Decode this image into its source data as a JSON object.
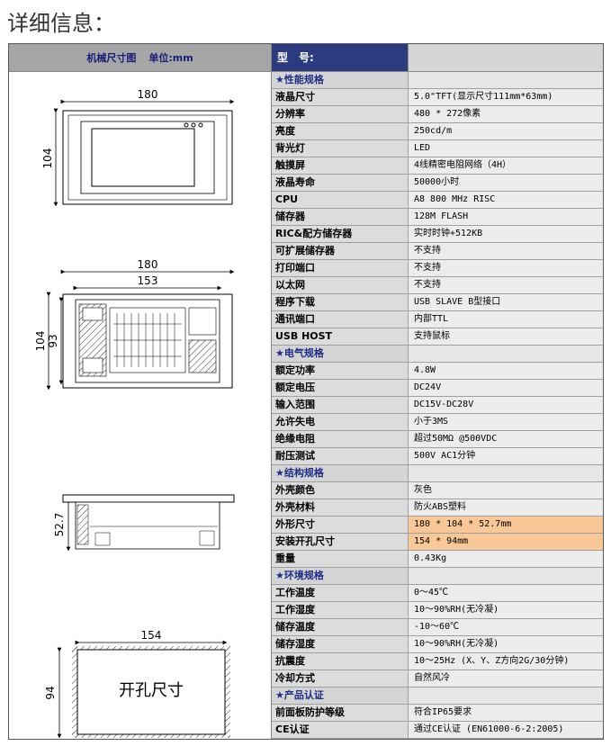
{
  "page": {
    "heading": "详细信息："
  },
  "header": {
    "drawing_title": "机械尺寸图",
    "unit": "单位:mm",
    "model_label": "型　号:",
    "model_value": ""
  },
  "drawings": {
    "front": {
      "width": "180",
      "height": "104"
    },
    "back": {
      "width_outer": "180",
      "width_inner": "153",
      "height_outer": "104",
      "height_inner": "93"
    },
    "side": {
      "depth": "52.7"
    },
    "cutout": {
      "width": "154",
      "height": "94",
      "label": "开孔尺寸"
    }
  },
  "specs": [
    {
      "k": "★性能规格",
      "v": "",
      "section": true
    },
    {
      "k": "液晶尺寸",
      "v": "5.0\"TFT(显示尺寸111mm*63mm)"
    },
    {
      "k": "分辨率",
      "v": "480 * 272像素"
    },
    {
      "k": "亮度",
      "v": "250cd/m"
    },
    {
      "k": "背光灯",
      "v": "LED"
    },
    {
      "k": "触摸屏",
      "v": "4线精密电阻网络（4H）"
    },
    {
      "k": "液晶寿命",
      "v": "50000小时"
    },
    {
      "k": "CPU",
      "v": "A8 800 MHz RISC"
    },
    {
      "k": "储存器",
      "v": "128M FLASH"
    },
    {
      "k": "RIC&配方储存器",
      "v": "实时时钟+512KB"
    },
    {
      "k": "可扩展储存器",
      "v": "不支持"
    },
    {
      "k": "打印端口",
      "v": "不支持"
    },
    {
      "k": "以太网",
      "v": "不支持"
    },
    {
      "k": "程序下载",
      "v": "USB SLAVE B型接口"
    },
    {
      "k": "通讯端口",
      "v": "内部TTL"
    },
    {
      "k": "USB HOST",
      "v": "支持鼠标"
    },
    {
      "k": "★电气规格",
      "v": "",
      "section": true
    },
    {
      "k": "额定功率",
      "v": "4.8W"
    },
    {
      "k": "额定电压",
      "v": "DC24V"
    },
    {
      "k": "输入范围",
      "v": "DC15V-DC28V"
    },
    {
      "k": "允许失电",
      "v": "小于3MS"
    },
    {
      "k": "绝缘电阻",
      "v": "超过50MΩ @500VDC"
    },
    {
      "k": "耐压测试",
      "v": "500V AC1分钟"
    },
    {
      "k": "★结构规格",
      "v": "",
      "section": true
    },
    {
      "k": "外壳颜色",
      "v": "灰色"
    },
    {
      "k": "外壳材料",
      "v": "防火ABS塑料"
    },
    {
      "k": "外形尺寸",
      "v": "180 * 104 * 52.7mm",
      "hl": true
    },
    {
      "k": "安装开孔尺寸",
      "v": "154 * 94mm",
      "hl": true
    },
    {
      "k": "重量",
      "v": "0.43Kg"
    },
    {
      "k": "★环境规格",
      "v": "",
      "section": true
    },
    {
      "k": "工作温度",
      "v": "0～45℃"
    },
    {
      "k": "工作湿度",
      "v": "10～90%RH(无冷凝)"
    },
    {
      "k": "储存温度",
      "v": "-10～60℃"
    },
    {
      "k": "储存湿度",
      "v": "10～90%RH(无冷凝)"
    },
    {
      "k": "抗震度",
      "v": "10～25Hz (X、Y、Z方向2G/30分钟)"
    },
    {
      "k": "冷却方式",
      "v": "自然风冷"
    },
    {
      "k": "★产品认证",
      "v": "",
      "section": true
    },
    {
      "k": "前面板防护等级",
      "v": "符合IP65要求"
    },
    {
      "k": "CE认证",
      "v": "通过CE认证 (EN61000-6-2:2005)"
    }
  ]
}
